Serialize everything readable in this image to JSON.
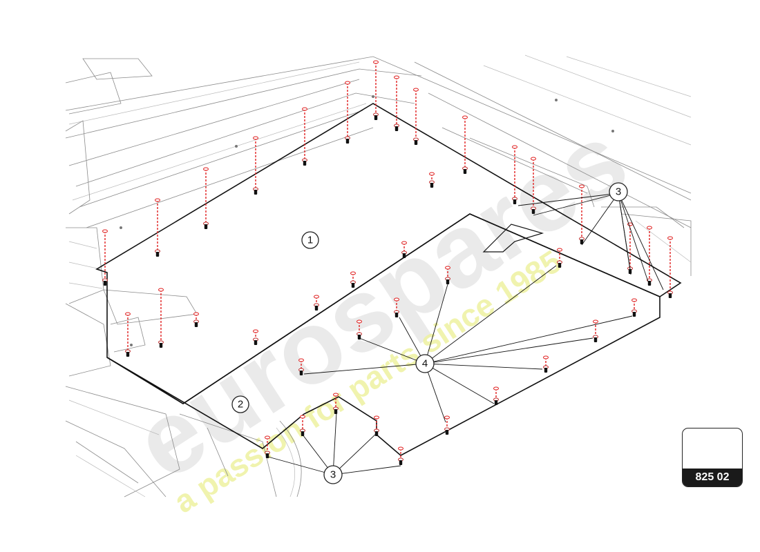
{
  "diagram": {
    "callouts": {
      "c1": "1",
      "c2": "2",
      "c3_right": "3",
      "c3_bottom": "3",
      "c4": "4"
    }
  },
  "watermark": {
    "brand": "eurospares",
    "tagline": "a passion for parts since 1985",
    "brand_color": "#e6e6e6",
    "tagline_color": "#eef2a0"
  },
  "page_ref": {
    "number": "825 02"
  }
}
